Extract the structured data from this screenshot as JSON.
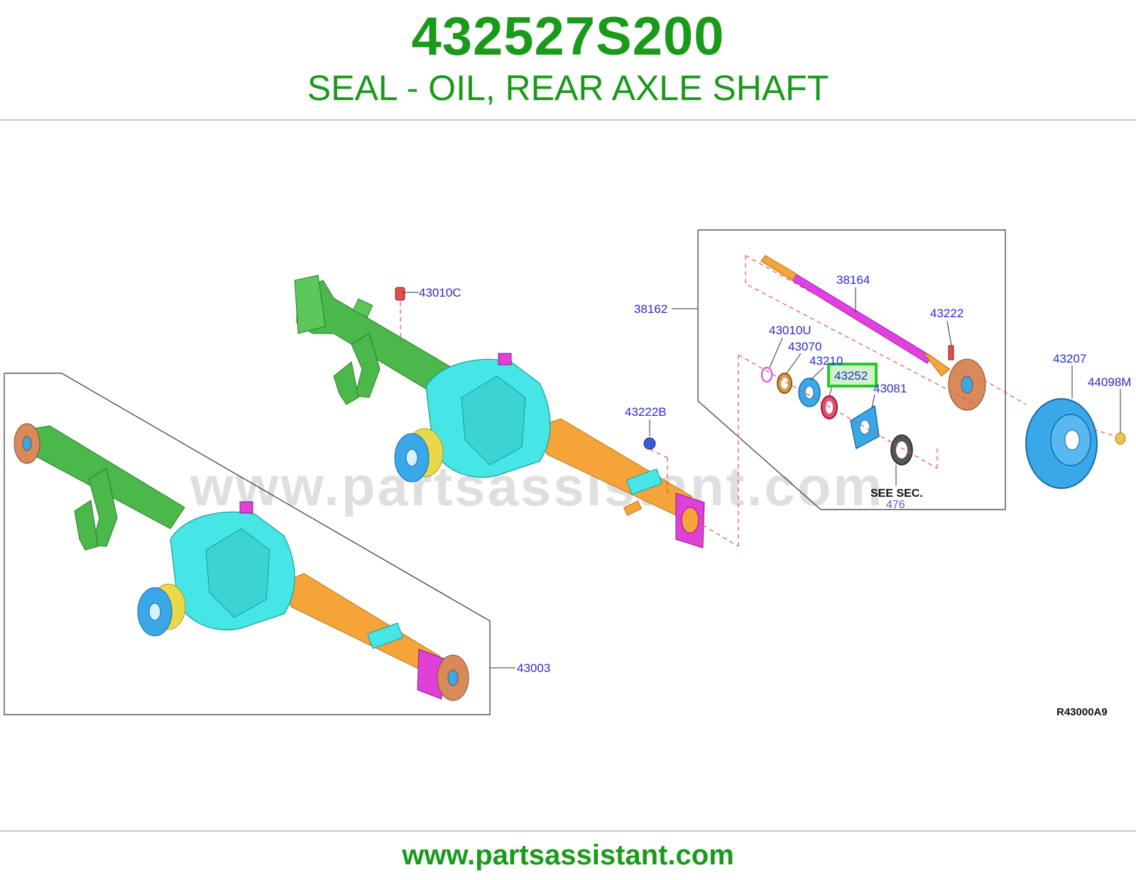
{
  "header": {
    "part_number": "432527S200",
    "description": "SEAL - OIL, REAR AXLE SHAFT"
  },
  "diagram": {
    "watermark": "www.partsassistant.com",
    "figure_code": "R43000A9",
    "see_sec_label": "SEE SEC.",
    "see_sec_number": "476",
    "callouts": {
      "c43010C": "43010C",
      "c38162": "38162",
      "c38164": "38164",
      "c43222": "43222",
      "c43010U": "43010U",
      "c43070": "43070",
      "c43210": "43210",
      "c43252": "43252",
      "c43081": "43081",
      "c43222B": "43222B",
      "c43207": "43207",
      "c44098M": "44098M",
      "c43003": "43003"
    },
    "highlighted_part": "43252"
  },
  "footer": {
    "url": "www.partsassistant.com"
  },
  "colors": {
    "brand_green": "#1a9a1a",
    "callout_blue": "#2a2ad0",
    "highlight_border": "#22cc22",
    "highlight_fill": "#c8f0c0",
    "frame_green": "#4ab84a",
    "housing_cyan": "#46e6e6",
    "tube_orange": "#f5a43a",
    "flange_magenta": "#e040d8",
    "hub_bronze": "#d88a5a",
    "rotor_blue": "#3aa8e8",
    "leader_red": "#e05050"
  }
}
